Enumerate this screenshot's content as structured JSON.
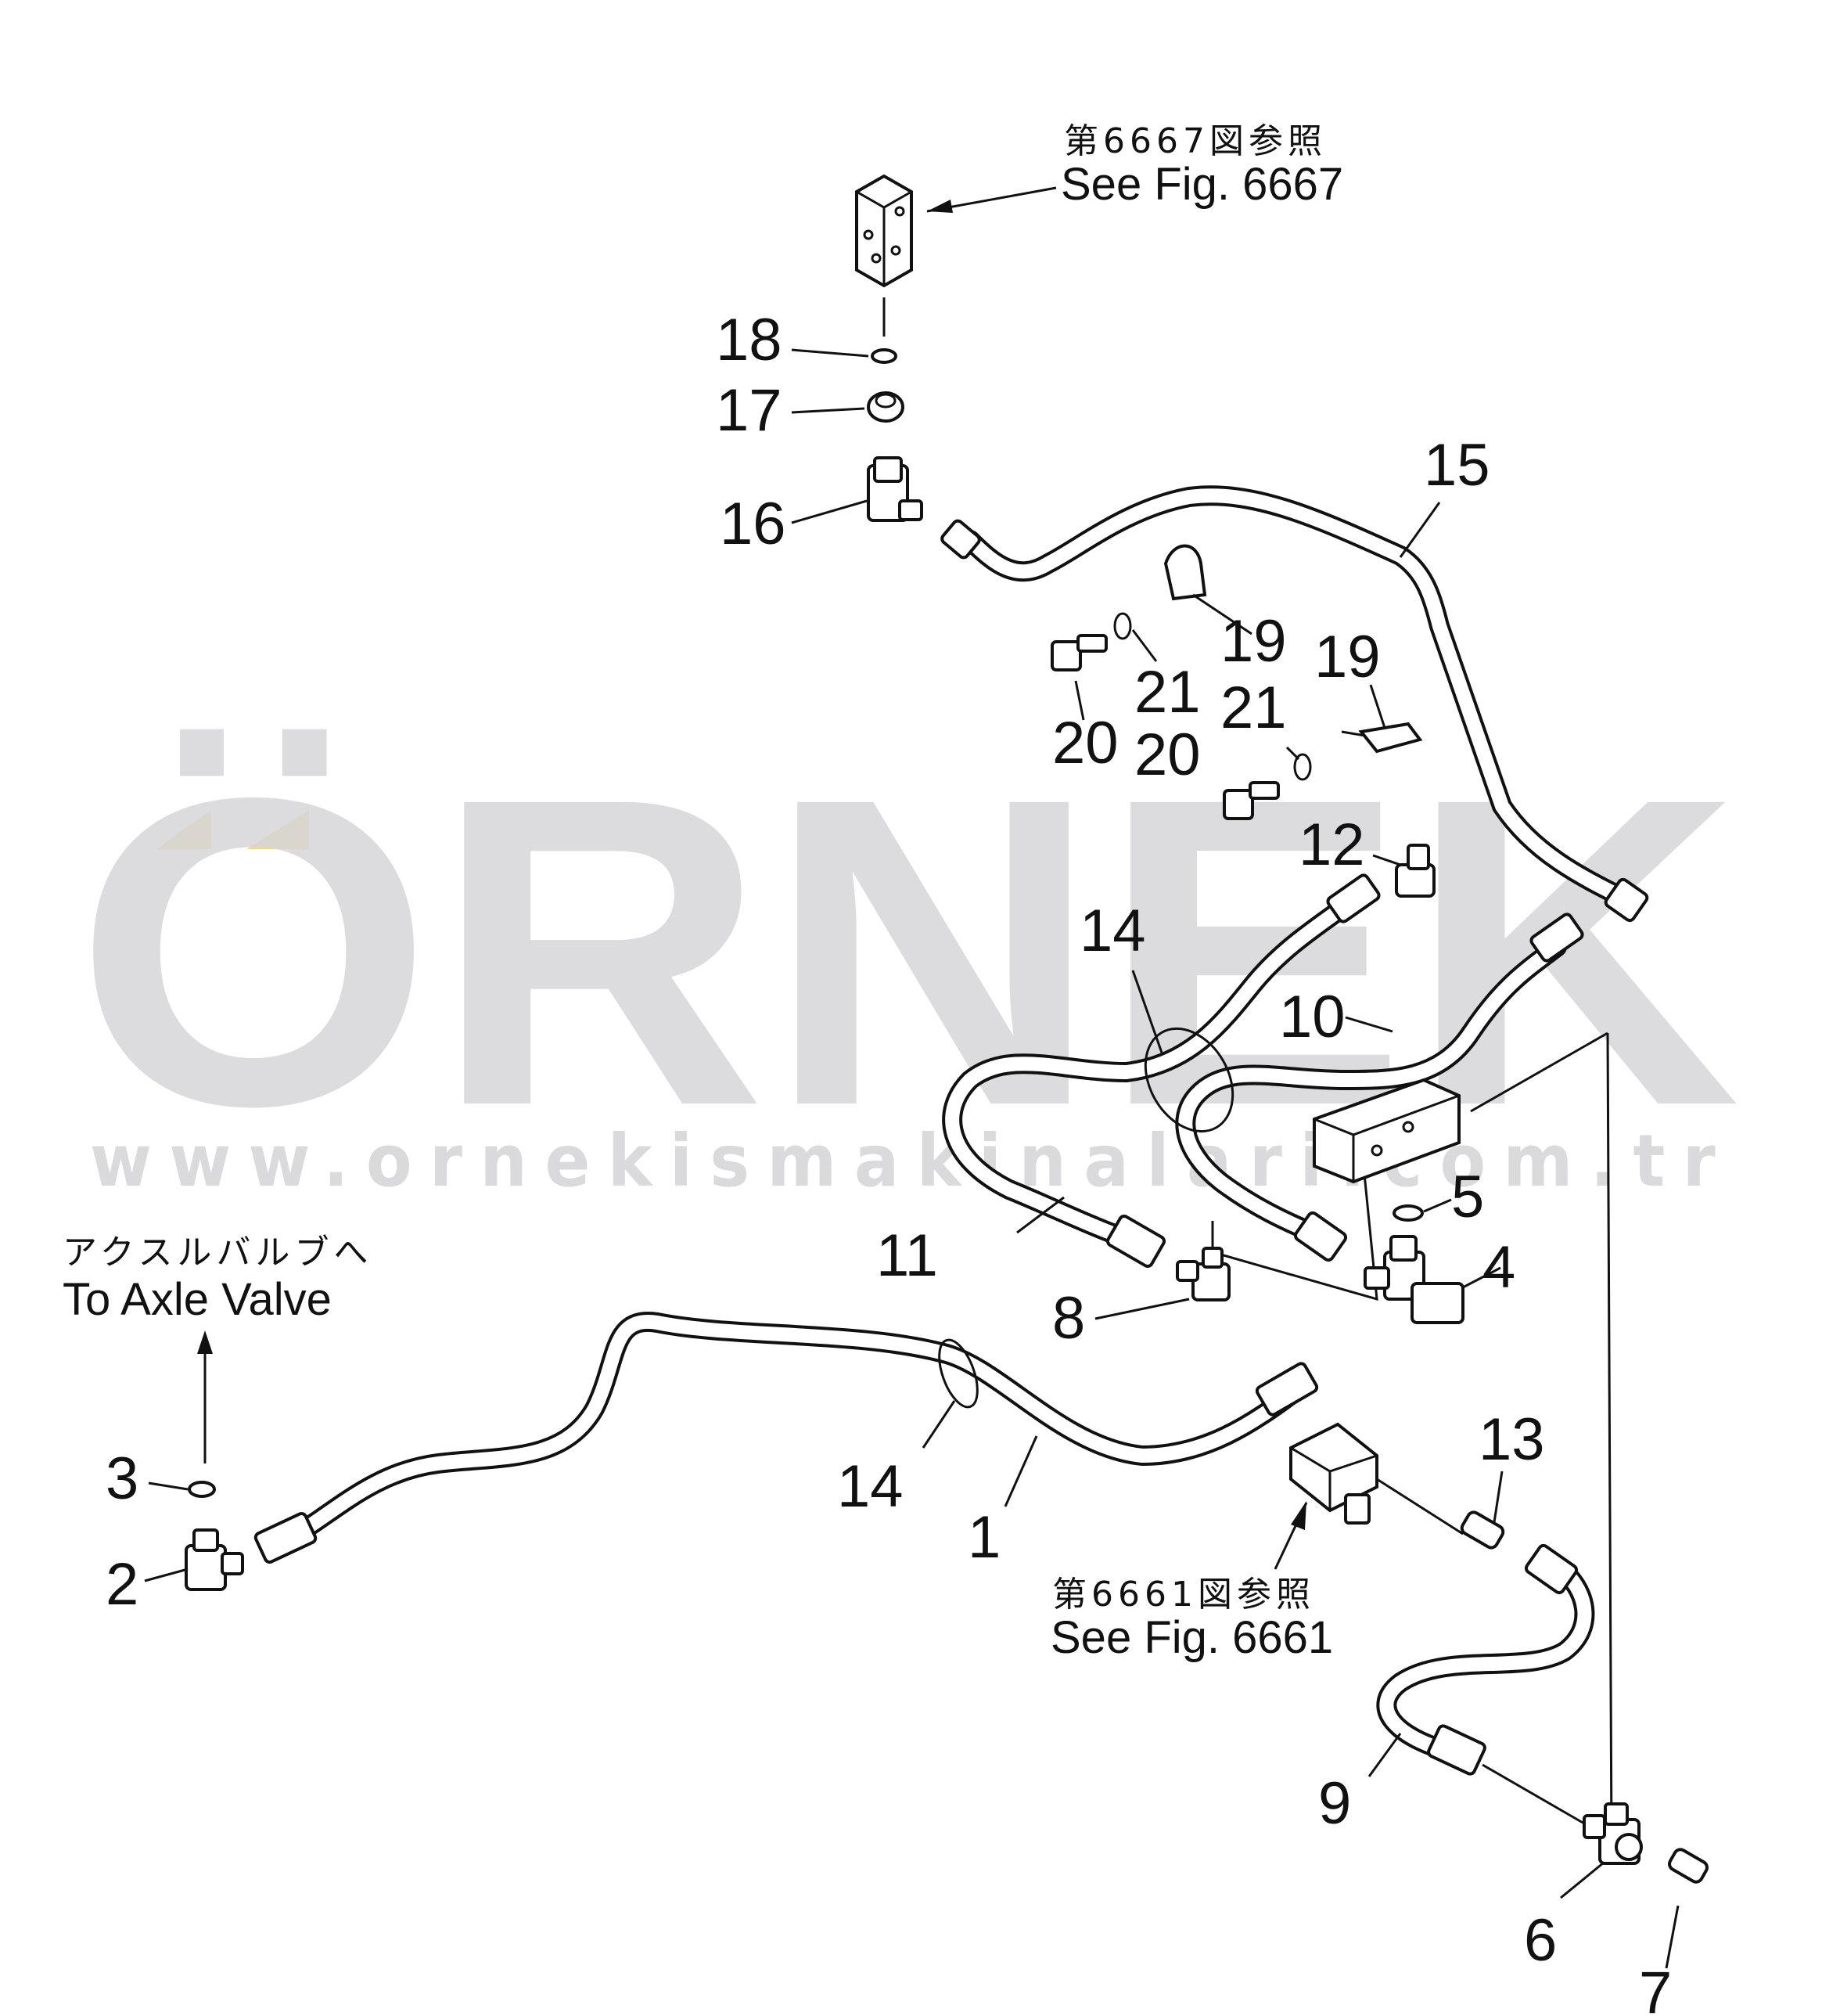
{
  "watermark": {
    "brand": "ÖRNEK",
    "url": "www.ornekismakinalari.com.tr",
    "accent_color": "#f5d78a",
    "gray_color": "#d6d6da"
  },
  "references": {
    "fig_6667_jp": "第6667図参照",
    "fig_6667_en": "See Fig. 6667",
    "fig_6661_jp": "第6661図参照",
    "fig_6661_en": "See Fig. 6661",
    "axle_jp": "アクスルバルブへ",
    "axle_en": "To Axle Valve"
  },
  "part_labels": {
    "p1": "1",
    "p2": "2",
    "p3": "3",
    "p4": "4",
    "p5": "5",
    "p6": "6",
    "p7": "7",
    "p8": "8",
    "p9": "9",
    "p10": "10",
    "p11": "11",
    "p12": "12",
    "p13": "13",
    "p14a": "14",
    "p14b": "14",
    "p15": "15",
    "p16": "16",
    "p17": "17",
    "p18": "18",
    "p19a": "19",
    "p19b": "19",
    "p20a": "20",
    "p20b": "20",
    "p21a": "21",
    "p21b": "21"
  }
}
